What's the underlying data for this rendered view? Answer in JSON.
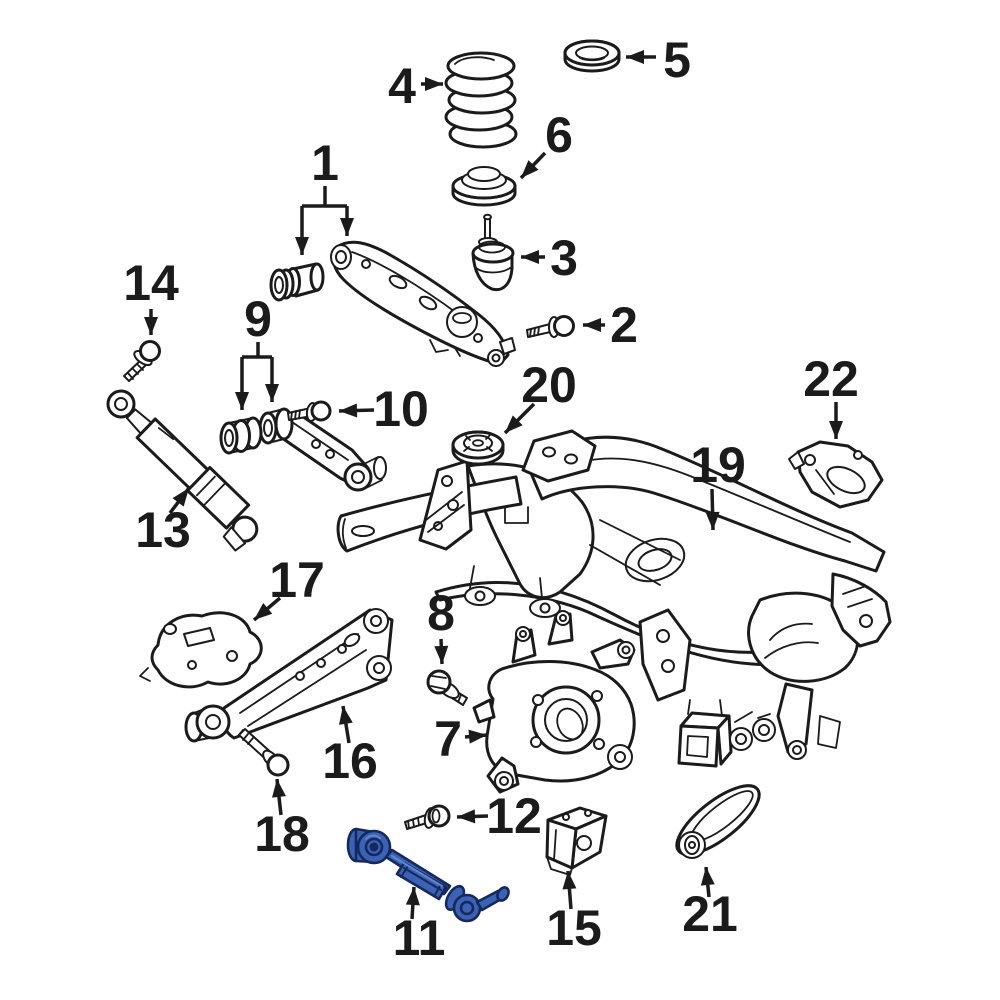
{
  "figure": {
    "background": "#ffffff",
    "line_color": "#1b1b1b"
  },
  "highlight": {
    "highlighted_part": "11",
    "fill": "#3b62b5",
    "stroke": "#15295c",
    "accent": "#6187cf"
  },
  "callouts": {
    "c1": "1",
    "c2": "2",
    "c3": "3",
    "c4": "4",
    "c5": "5",
    "c6": "6",
    "c7": "7",
    "c8": "8",
    "c9": "9",
    "c10": "10",
    "c11": "11",
    "c12": "12",
    "c13": "13",
    "c14": "14",
    "c15": "15",
    "c16": "16",
    "c17": "17",
    "c18": "18",
    "c19": "19",
    "c20": "20",
    "c21": "21",
    "c22": "22"
  }
}
